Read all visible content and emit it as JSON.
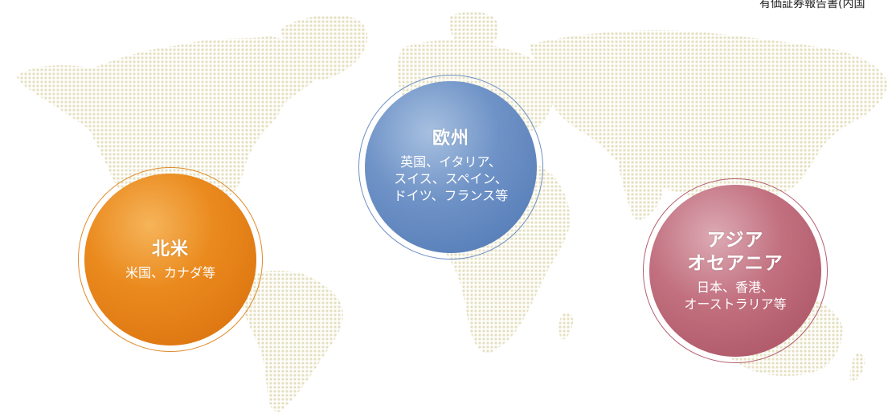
{
  "header": {
    "text": "有価証券報告書(内国"
  },
  "map": {
    "dot_color": "#e6e1c2"
  },
  "regions": [
    {
      "id": "north-america",
      "title": "北米",
      "countries": "米国、カナダ等",
      "color": "#e17f16"
    },
    {
      "id": "europe",
      "title": "欧州",
      "countries": "英国、イタリア、\nスイス、スペイン、\nドイツ、フランス等",
      "color": "#5e84bd"
    },
    {
      "id": "asia-oceania",
      "title": "アジア\nオセアニア",
      "countries": "日本、香港、\nオーストラリア等",
      "color": "#b35e6f"
    }
  ]
}
